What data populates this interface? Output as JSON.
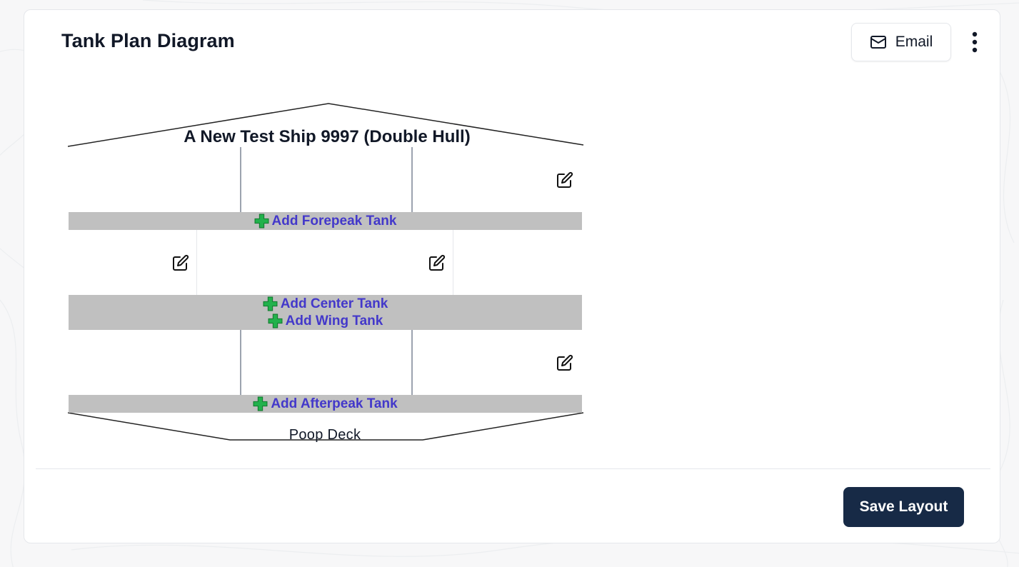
{
  "card": {
    "title": "Tank Plan Diagram",
    "email_label": "Email",
    "save_label": "Save Layout"
  },
  "diagram": {
    "ship_name": "A New Test Ship 9997 (Double Hull)",
    "add_forepeak_label": "Add Forepeak Tank",
    "add_center_label": "Add Center Tank",
    "add_wing_label": "Add Wing Tank",
    "add_afterpeak_label": "Add Afterpeak Tank",
    "poop_deck_label": "Poop Deck"
  },
  "icons": {
    "email": "mail-icon",
    "more": "more-vertical-icon",
    "edit": "edit-icon",
    "add": "green-plus-icon"
  },
  "colors": {
    "link": "#4338ca",
    "add_bar": "#c0c0c0",
    "primary_button": "#172a46",
    "plus_green": "#22b14c"
  }
}
